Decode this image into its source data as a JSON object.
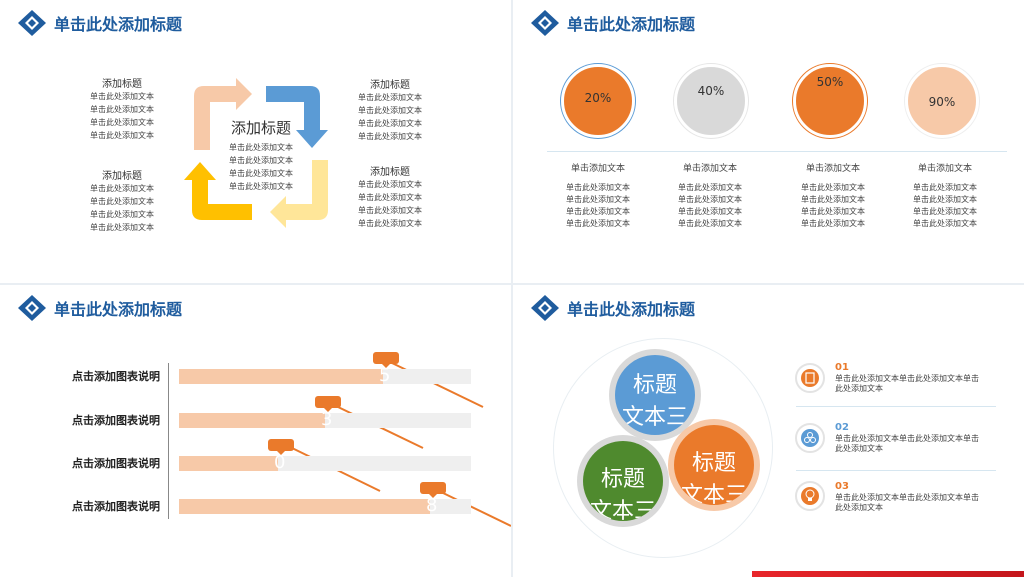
{
  "colors": {
    "brand_blue": "#1f5c9e",
    "orange": "#ea7a2b",
    "peach": "#f7c9a8",
    "gray": "#d9d9d9",
    "green": "#4f8a2e",
    "sky": "#5b9bd5",
    "yellow": "#ffc000"
  },
  "panel1": {
    "header": "单击此处添加标题",
    "center_title": "添加标题",
    "center_lines": [
      "单击此处添加文本",
      "单击此处添加文本",
      "单击此处添加文本",
      "单击此处添加文本"
    ],
    "blocks": [
      {
        "title": "添加标题",
        "lines": [
          "单击此处添加文本",
          "单击此处添加文本",
          "单击此处添加文本",
          "单击此处添加文本"
        ]
      },
      {
        "title": "添加标题",
        "lines": [
          "单击此处添加文本",
          "单击此处添加文本",
          "单击此处添加文本",
          "单击此处添加文本"
        ]
      },
      {
        "title": "添加标题",
        "lines": [
          "单击此处添加文本",
          "单击此处添加文本",
          "单击此处添加文本",
          "单击此处添加文本"
        ]
      },
      {
        "title": "添加标题",
        "lines": [
          "单击此处添加文本",
          "单击此处添加文本",
          "单击此处添加文本",
          "单击此处添加文本"
        ]
      }
    ]
  },
  "panel2": {
    "header": "单击此处添加标题",
    "items": [
      {
        "percent": "20%",
        "value": 20,
        "label": "单击添加文本",
        "lines": [
          "单击此处添加文本",
          "单击此处添加文本",
          "单击此处添加文本",
          "单击此处添加文本"
        ]
      },
      {
        "percent": "40%",
        "value": 40,
        "label": "单击添加文本",
        "lines": [
          "单击此处添加文本",
          "单击此处添加文本",
          "单击此处添加文本",
          "单击此处添加文本"
        ]
      },
      {
        "percent": "50%",
        "value": 50,
        "label": "单击添加文本",
        "lines": [
          "单击此处添加文本",
          "单击此处添加文本",
          "单击此处添加文本",
          "单击此处添加文本"
        ]
      },
      {
        "percent": "90%",
        "value": 90,
        "label": "单击添加文本",
        "lines": [
          "单击此处添加文本",
          "单击此处添加文本",
          "单击此处添加文本",
          "单击此处添加文本"
        ]
      }
    ]
  },
  "panel3": {
    "header": "单击此处添加标题",
    "bars": [
      {
        "label": "点击添加图表说明",
        "fill": 0.7,
        "ghost": "5"
      },
      {
        "label": "点击添加图表说明",
        "fill": 0.5,
        "ghost": "3"
      },
      {
        "label": "点击添加图表说明",
        "fill": 0.34,
        "ghost": "0"
      },
      {
        "label": "点击添加图表说明",
        "fill": 0.86,
        "ghost": "8"
      }
    ]
  },
  "panel4": {
    "header": "单击此处添加标题",
    "bubbles": [
      {
        "title": "标题",
        "sub": "文本三"
      },
      {
        "title": "标题",
        "sub": "文本三"
      },
      {
        "title": "标题",
        "sub": "文本三"
      }
    ],
    "items": [
      {
        "num": "01",
        "icon": "document-icon",
        "text": "单击此处添加文本单击此处添加文本单击此处添加文本"
      },
      {
        "num": "02",
        "icon": "network-icon",
        "text": "单击此处添加文本单击此处添加文本单击此处添加文本"
      },
      {
        "num": "03",
        "icon": "bulb-icon",
        "text": "单击此处添加文本单击此处添加文本单击此处添加文本"
      }
    ]
  }
}
